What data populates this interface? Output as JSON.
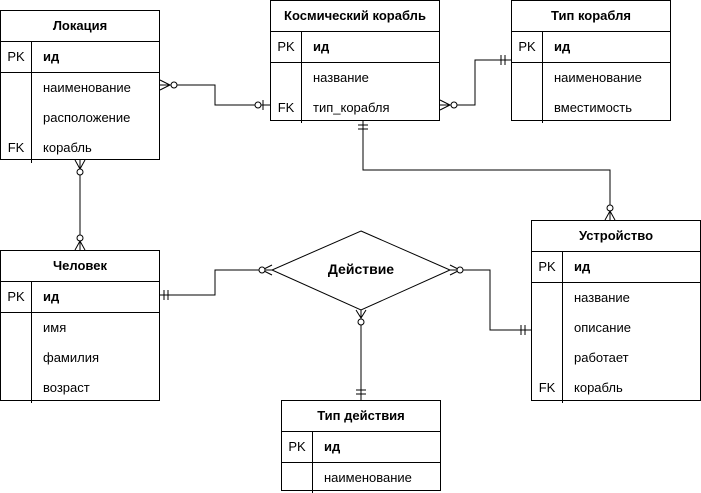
{
  "entities": {
    "location": {
      "title": "Локация",
      "pk": {
        "key": "PK",
        "field": "ид"
      },
      "fields": [
        {
          "key": "",
          "field": "наименование"
        },
        {
          "key": "",
          "field": "расположение"
        },
        {
          "key": "FK",
          "field": "корабль"
        }
      ]
    },
    "spaceship": {
      "title": "Космический корабль",
      "pk": {
        "key": "PK",
        "field": "ид"
      },
      "fields": [
        {
          "key": "",
          "field": "название"
        },
        {
          "key": "FK",
          "field": "тип_корабля"
        }
      ]
    },
    "ship_type": {
      "title": "Тип корабля",
      "pk": {
        "key": "PK",
        "field": "ид"
      },
      "fields": [
        {
          "key": "",
          "field": "наименование"
        },
        {
          "key": "",
          "field": "вместимость"
        }
      ]
    },
    "person": {
      "title": "Человек",
      "pk": {
        "key": "PK",
        "field": "ид"
      },
      "fields": [
        {
          "key": "",
          "field": "имя"
        },
        {
          "key": "",
          "field": "фамилия"
        },
        {
          "key": "",
          "field": "возраст"
        }
      ]
    },
    "device": {
      "title": "Устройство",
      "pk": {
        "key": "PK",
        "field": "ид"
      },
      "fields": [
        {
          "key": "",
          "field": "название"
        },
        {
          "key": "",
          "field": "описание"
        },
        {
          "key": "",
          "field": "работает"
        },
        {
          "key": "FK",
          "field": "корабль"
        }
      ]
    },
    "action_type": {
      "title": "Тип действия",
      "pk": {
        "key": "PK",
        "field": "ид"
      },
      "fields": [
        {
          "key": "",
          "field": "наименование"
        }
      ]
    }
  },
  "relationship": {
    "label": "Действие"
  }
}
